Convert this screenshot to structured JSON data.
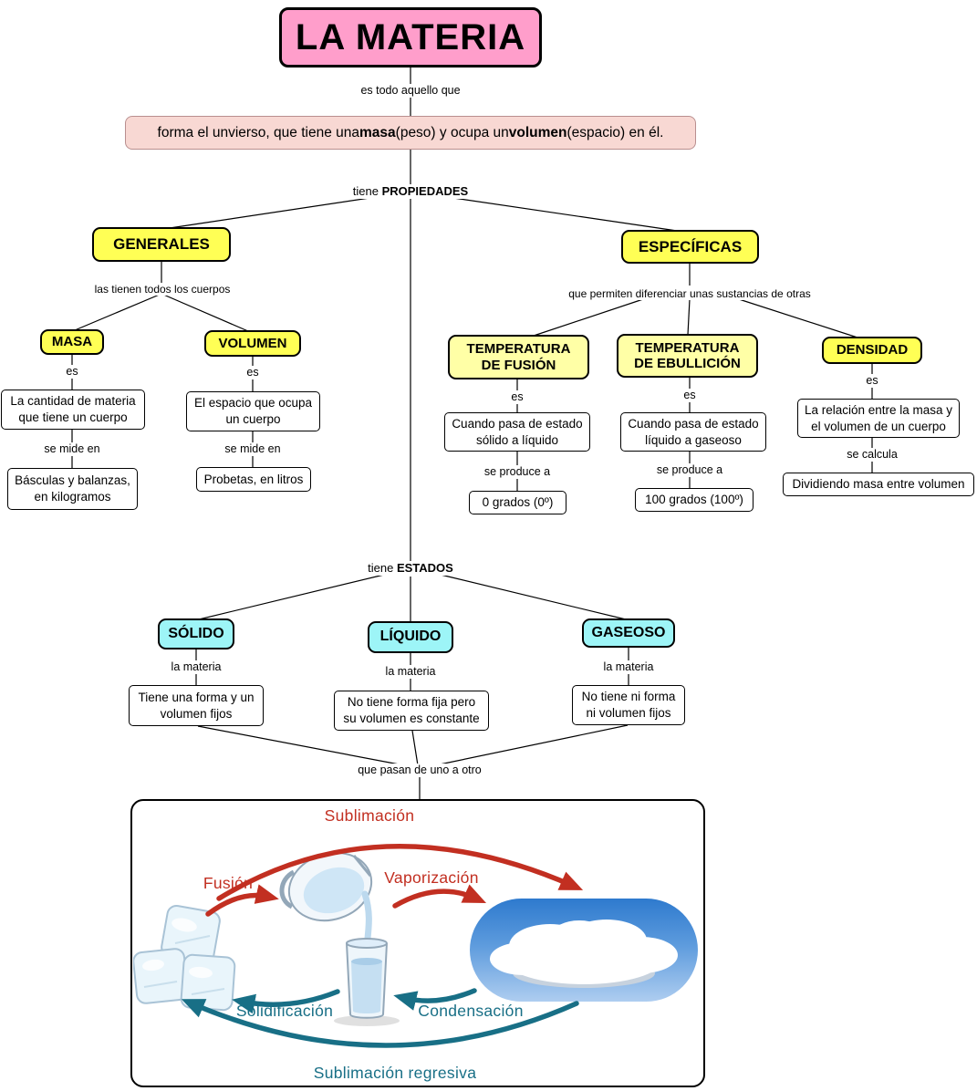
{
  "title": "LA MATERIA",
  "intro_link": "es todo aquello que",
  "definition": {
    "p1": "forma el unvierso, que tiene una ",
    "b1": "masa",
    "p2": " (peso) y ocupa un ",
    "b2": "volumen",
    "p3": " (espacio) en él."
  },
  "propiedades_link": {
    "prefix": "tiene ",
    "bold": "PROPIEDADES"
  },
  "estados_link": {
    "prefix": "tiene ",
    "bold": "ESTADOS"
  },
  "generales": {
    "label": "GENERALES",
    "note": "las tienen todos los cuerpos",
    "children": [
      {
        "label": "MASA",
        "link1": "es",
        "def": "La cantidad de materia que tiene un cuerpo",
        "link2": "se mide en",
        "value": "Básculas y balanzas, en kilogramos"
      },
      {
        "label": "VOLUMEN",
        "link1": "es",
        "def": "El espacio que ocupa un cuerpo",
        "link2": "se mide en",
        "value": "Probetas, en litros"
      }
    ]
  },
  "especificas": {
    "label": "ESPECÍFICAS",
    "note": "que permiten diferenciar unas sustancias de otras",
    "children": [
      {
        "label": "TEMPERATURA DE FUSIÓN",
        "link1": "es",
        "def": "Cuando pasa de estado sólido a líquido",
        "link2": "se produce a",
        "value": "0 grados (0º)"
      },
      {
        "label": "TEMPERATURA DE EBULLICIÓN",
        "link1": "es",
        "def": "Cuando pasa de estado líquido a gaseoso",
        "link2": "se produce a",
        "value": "100 grados (100º)"
      },
      {
        "label": "DENSIDAD",
        "link1": "es",
        "def": "La relación entre la masa y el volumen de un cuerpo",
        "link2": "se calcula",
        "value": "Dividiendo masa entre volumen"
      }
    ]
  },
  "estados": {
    "children": [
      {
        "label": "SÓLIDO",
        "link": "la materia",
        "def": "Tiene una forma y un volumen fijos"
      },
      {
        "label": "LÍQUIDO",
        "link": "la materia",
        "def": "No tiene forma fija pero su volumen es constante"
      },
      {
        "label": "GASEOSO",
        "link": "la materia",
        "def": "No tiene ni forma ni volumen fijos"
      }
    ],
    "transition_note": "que pasan de uno a otro"
  },
  "cycle": {
    "labels": {
      "sublimacion": "Sublimación",
      "fusion": "Fusión",
      "vaporizacion": "Vaporización",
      "solidificacion": "Solidificación",
      "condensacion": "Condensación",
      "sublimacion_regresiva": "Sublimación regresiva"
    },
    "images": [
      "ice-cubes-image",
      "water-pitcher-and-glass-image",
      "cloud-sky-image"
    ]
  },
  "colors": {
    "title_bg": "#ff9ecb",
    "definition_bg": "#f8d8d3",
    "property_node_bg": "#ffff55",
    "temperature_node_bg": "#ffffa6",
    "state_node_bg": "#9df5f7",
    "heating_arrow": "#c22f21",
    "cooling_arrow": "#186f86"
  }
}
